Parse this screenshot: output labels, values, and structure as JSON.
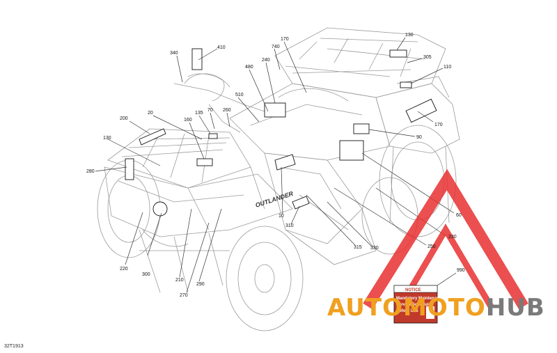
{
  "figure_id": "32T1913",
  "callouts": [
    {
      "id": "c340",
      "label": "340"
    },
    {
      "id": "c410",
      "label": "410"
    },
    {
      "id": "c170a",
      "label": "170"
    },
    {
      "id": "c740",
      "label": "740"
    },
    {
      "id": "c130a",
      "label": "130"
    },
    {
      "id": "c305",
      "label": "305"
    },
    {
      "id": "c240",
      "label": "240"
    },
    {
      "id": "c110",
      "label": "110"
    },
    {
      "id": "c480",
      "label": "480"
    },
    {
      "id": "c510",
      "label": "510"
    },
    {
      "id": "c20",
      "label": "20"
    },
    {
      "id": "c70",
      "label": "70"
    },
    {
      "id": "c135",
      "label": "135"
    },
    {
      "id": "c260",
      "label": "260"
    },
    {
      "id": "c200a",
      "label": "200"
    },
    {
      "id": "c160",
      "label": "160"
    },
    {
      "id": "c170b",
      "label": "170"
    },
    {
      "id": "c130b",
      "label": "130"
    },
    {
      "id": "c90",
      "label": "90"
    },
    {
      "id": "c280",
      "label": "280"
    },
    {
      "id": "c60",
      "label": "60"
    },
    {
      "id": "c230",
      "label": "230"
    },
    {
      "id": "c250",
      "label": "250"
    },
    {
      "id": "c10",
      "label": "10"
    },
    {
      "id": "c310",
      "label": "310"
    },
    {
      "id": "c315",
      "label": "315"
    },
    {
      "id": "c330",
      "label": "330"
    },
    {
      "id": "c220",
      "label": "220"
    },
    {
      "id": "c300",
      "label": "300"
    },
    {
      "id": "c210",
      "label": "210"
    },
    {
      "id": "c290",
      "label": "290"
    },
    {
      "id": "c270",
      "label": "270"
    },
    {
      "id": "c990",
      "label": "990"
    }
  ],
  "fender_decal_text": "OUTLANDER",
  "sticker": {
    "heading": "NOTICE",
    "lines": [
      "Mandatory Maintenance",
      "Service Schedule",
      "Before Use"
    ]
  },
  "watermark": {
    "part1": "AUTO",
    "part2": "MOTO",
    "part3": "HUB",
    "colors": {
      "auto": "#f0a020",
      "moto": "#f0a020",
      "hub": "#7a7a7a",
      "triangle": "#e83030"
    }
  }
}
